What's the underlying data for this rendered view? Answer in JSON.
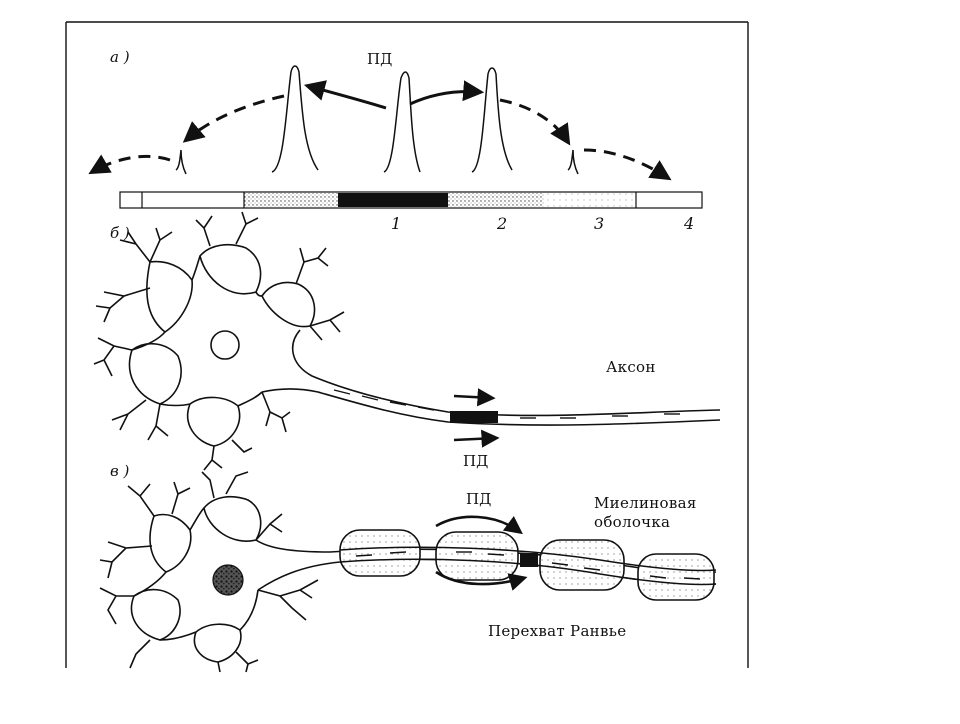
{
  "panels": {
    "a": {
      "letter": "а )",
      "pd_label": "ПД",
      "positions": [
        "1",
        "2",
        "3",
        "4"
      ]
    },
    "b": {
      "letter": "б )",
      "axon_label": "Аксон",
      "pd_label": "ПД"
    },
    "v": {
      "letter": "в )",
      "pd_label": "ПД",
      "myelin_label_1": "Миелиновая",
      "myelin_label_2": "оболочка",
      "node_label": "Перехват Ранвье"
    }
  }
}
